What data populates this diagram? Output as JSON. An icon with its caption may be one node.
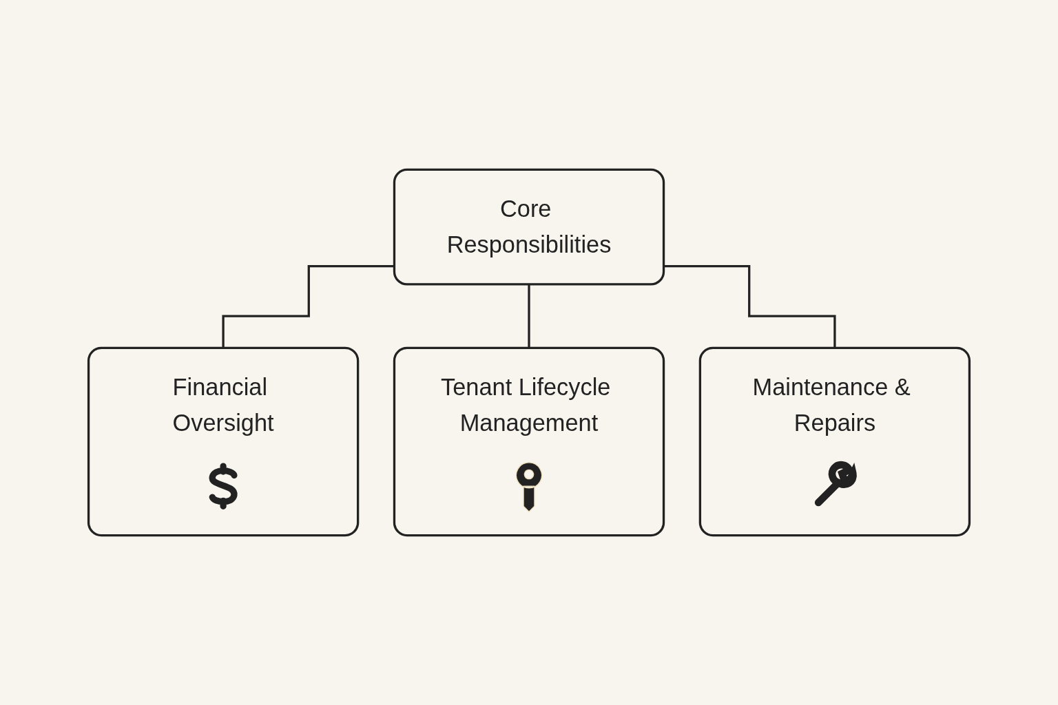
{
  "diagram": {
    "nodes": [
      {
        "text": [
          "Core Responsibilities"
        ]
      },
      {
        "text": [
          "Financial Oversight"
        ]
      },
      {
        "text": [
          "Tenant Lifecycle Management"
        ]
      },
      {
        "text": [
          "Maintenance & Repairs"
        ]
      }
    ],
    "edges": [
      {
        "from": 0,
        "to": 1,
        "arrow": "none"
      },
      {
        "from": 0,
        "to": 2,
        "arrow": "none"
      },
      {
        "from": 0,
        "to": 3,
        "arrow": "none"
      }
    ]
  }
}
